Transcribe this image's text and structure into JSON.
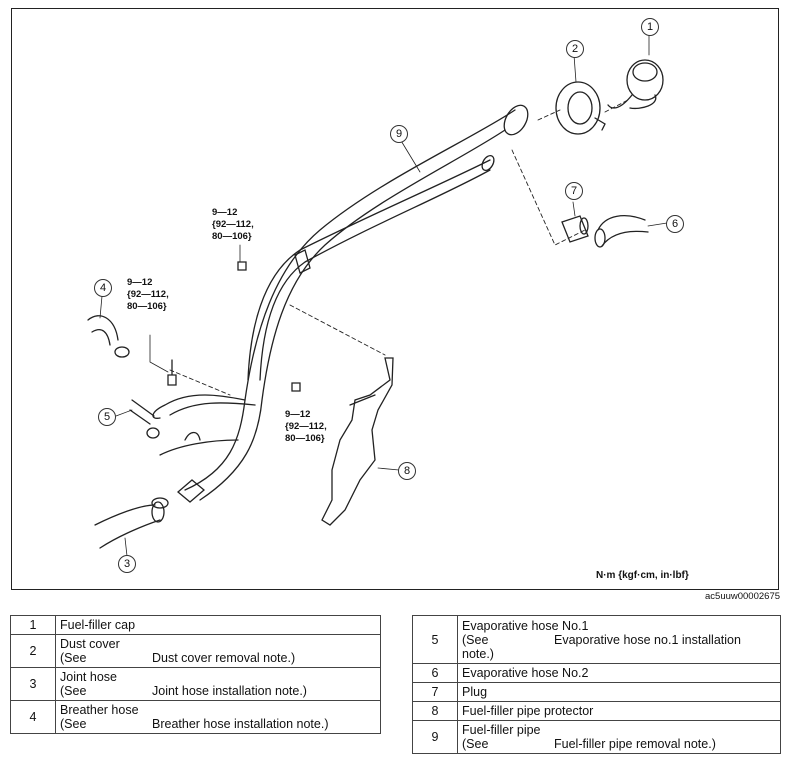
{
  "diagram": {
    "torque_labels": [
      {
        "id": "t1",
        "text": "9—12\n{92—112,\n80—106}"
      },
      {
        "id": "t2",
        "text": "9—12\n{92—112,\n80—106}"
      },
      {
        "id": "t3",
        "text": "9—12\n{92—112,\n80—106}"
      }
    ],
    "units_label": "N·m {kgf·cm, in·lbf}",
    "figure_code": "ac5uuw00002675",
    "callouts": [
      "1",
      "2",
      "3",
      "4",
      "5",
      "6",
      "7",
      "8",
      "9"
    ]
  },
  "legend_left": [
    {
      "num": "1",
      "name": "Fuel-filler cap",
      "see": "",
      "note": ""
    },
    {
      "num": "2",
      "name": "Dust cover",
      "see": "(See",
      "note": "Dust cover removal note.)"
    },
    {
      "num": "3",
      "name": "Joint hose",
      "see": "(See",
      "note": "Joint hose installation note.)"
    },
    {
      "num": "4",
      "name": "Breather hose",
      "see": "(See",
      "note": "Breather hose installation note.)"
    }
  ],
  "legend_right": [
    {
      "num": "5",
      "name": "Evaporative hose No.1",
      "see": "(See",
      "note": "Evaporative hose no.1 installation",
      "note2": "note.)"
    },
    {
      "num": "6",
      "name": "Evaporative hose No.2",
      "see": "",
      "note": ""
    },
    {
      "num": "7",
      "name": "Plug",
      "see": "",
      "note": ""
    },
    {
      "num": "8",
      "name": "Fuel-filler pipe protector",
      "see": "",
      "note": ""
    },
    {
      "num": "9",
      "name": "Fuel-filler pipe",
      "see": "(See",
      "note": "Fuel-filler pipe removal note.)"
    }
  ]
}
